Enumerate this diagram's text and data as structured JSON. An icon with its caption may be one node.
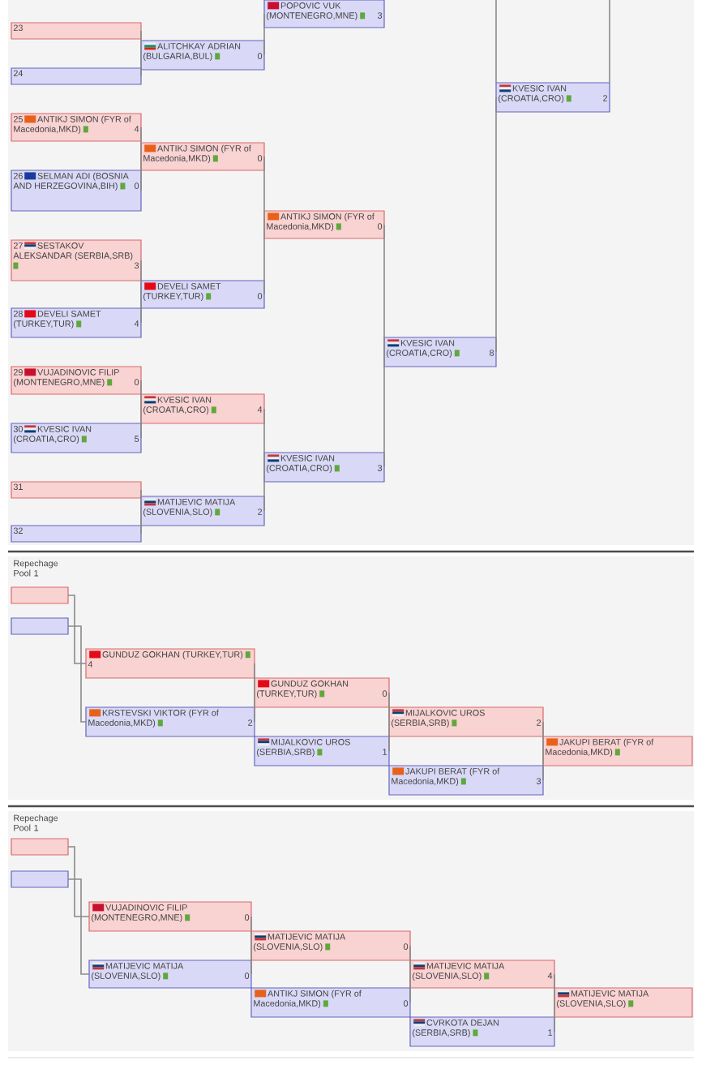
{
  "diagram": {
    "nodes": [
      {
        "text": [
          "POPOVIC VUK (MONTENEGRO,MNE)",
          "3"
        ]
      },
      {
        "text": [
          "23"
        ]
      },
      {
        "text": [
          "ALITCHKAY ADRIAN (BULGARIA,BUL)",
          "0"
        ]
      },
      {
        "text": [
          "24"
        ]
      },
      {
        "text": [
          "KVESIC IVAN (CROATIA,CRO)",
          "2"
        ]
      },
      {
        "text": [
          "25",
          "ANTIKJ SIMON (FYR of Macedonia,MKD)",
          "4"
        ]
      },
      {
        "text": [
          "ANTIKJ SIMON (FYR of Macedonia,MKD)",
          "0"
        ]
      },
      {
        "text": [
          "26",
          "SELMAN ADI (BOSNIA AND HERZEGOVINA,BIH)",
          "0"
        ]
      },
      {
        "text": [
          "ANTIKJ SIMON (FYR of Macedonia,MKD)",
          "0"
        ]
      },
      {
        "text": [
          "27",
          "SESTAKOV ALEKSANDAR (SERBIA,SRB)",
          "3"
        ]
      },
      {
        "text": [
          "DEVELI SAMET (TURKEY,TUR)",
          "0"
        ]
      },
      {
        "text": [
          "28",
          "DEVELI SAMET (TURKEY,TUR)",
          "4"
        ]
      },
      {
        "text": [
          "KVESIC IVAN (CROATIA,CRO)",
          "8"
        ]
      },
      {
        "text": [
          "29",
          "VUJADINOVIC FILIP (MONTENEGRO,MNE)",
          "0"
        ]
      },
      {
        "text": [
          "KVESIC IVAN (CROATIA,CRO)",
          "4"
        ]
      },
      {
        "text": [
          "30",
          "KVESIC IVAN (CROATIA,CRO)",
          "5"
        ]
      },
      {
        "text": [
          "KVESIC IVAN (CROATIA,CRO)",
          "3"
        ]
      },
      {
        "text": [
          "31"
        ]
      },
      {
        "text": [
          "MATIJEVIC MATIJA (SLOVENIA,SLO)",
          "2"
        ]
      },
      {
        "text": [
          "32"
        ]
      },
      {
        "text": [],
        "shape": "box"
      },
      {
        "text": [],
        "shape": "box"
      },
      {
        "text": [
          "GUNDUZ GOKHAN (TURKEY,TUR)",
          "4"
        ]
      },
      {
        "text": [
          "GUNDUZ GOKHAN (TURKEY,TUR)",
          "0"
        ]
      },
      {
        "text": [
          "KRSTEVSKI VIKTOR (FYR of Macedonia,MKD)",
          "2"
        ]
      },
      {
        "text": [
          "MIJALKOVIC UROS (SERBIA,SRB)",
          "2"
        ]
      },
      {
        "text": [
          "MIJALKOVIC UROS (SERBIA,SRB)",
          "1"
        ]
      },
      {
        "text": [
          "JAKUPI BERAT (FYR of Macedonia,MKD)"
        ]
      },
      {
        "text": [
          "JAKUPI BERAT (FYR of Macedonia,MKD)",
          "3"
        ]
      },
      {
        "text": [],
        "shape": "box"
      },
      {
        "text": [],
        "shape": "box"
      },
      {
        "text": [
          "VUJADINOVIC FILIP (MONTENEGRO,MNE)",
          "0"
        ]
      },
      {
        "text": [
          "MATIJEVIC MATIJA (SLOVENIA,SLO)",
          "0"
        ]
      },
      {
        "text": [
          "MATIJEVIC MATIJA (SLOVENIA,SLO)",
          "0"
        ]
      },
      {
        "text": [
          "MATIJEVIC MATIJA (SLOVENIA,SLO)",
          "4"
        ]
      },
      {
        "text": [
          "ANTIKJ SIMON (FYR of Macedonia,MKD)",
          "0"
        ]
      },
      {
        "text": [
          "MATIJEVIC MATIJA (SLOVENIA,SLO)"
        ]
      },
      {
        "text": [
          "CVRKOTA DEJAN (SERBIA,SRB)",
          "1"
        ]
      }
    ],
    "edges": [
      {
        "from": 1,
        "to": 2,
        "arrow": "none"
      },
      {
        "from": 3,
        "to": 2,
        "arrow": "none"
      },
      {
        "from": 2,
        "to": 0,
        "arrow": "none"
      },
      {
        "from": null,
        "to": 4,
        "arrow": "none"
      },
      {
        "from": 4,
        "to": null,
        "arrow": "none"
      },
      {
        "from": 12,
        "to": 4,
        "arrow": "none"
      },
      {
        "from": 5,
        "to": 6,
        "arrow": "none"
      },
      {
        "from": 7,
        "to": 6,
        "arrow": "none"
      },
      {
        "from": 6,
        "to": 8,
        "arrow": "none"
      },
      {
        "from": 10,
        "to": 8,
        "arrow": "none"
      },
      {
        "from": 9,
        "to": 10,
        "arrow": "none"
      },
      {
        "from": 11,
        "to": 10,
        "arrow": "none"
      },
      {
        "from": 8,
        "to": 12,
        "arrow": "none"
      },
      {
        "from": 16,
        "to": 12,
        "arrow": "none"
      },
      {
        "from": 13,
        "to": 14,
        "arrow": "none"
      },
      {
        "from": 15,
        "to": 14,
        "arrow": "none"
      },
      {
        "from": 14,
        "to": 16,
        "arrow": "none"
      },
      {
        "from": 18,
        "to": 16,
        "arrow": "none"
      },
      {
        "from": 17,
        "to": 18,
        "arrow": "none"
      },
      {
        "from": 19,
        "to": 18,
        "arrow": "none"
      },
      {
        "from": 20,
        "to": 22,
        "arrow": "none"
      },
      {
        "from": 21,
        "to": 24,
        "arrow": "none"
      },
      {
        "from": 22,
        "to": 23,
        "arrow": "none"
      },
      {
        "from": 24,
        "to": 23,
        "arrow": "none"
      },
      {
        "from": 23,
        "to": 25,
        "arrow": "none"
      },
      {
        "from": 26,
        "to": 25,
        "arrow": "none"
      },
      {
        "from": 25,
        "to": 27,
        "arrow": "none"
      },
      {
        "from": 28,
        "to": 27,
        "arrow": "none"
      },
      {
        "from": 29,
        "to": 31,
        "arrow": "none"
      },
      {
        "from": 30,
        "to": 33,
        "arrow": "none"
      },
      {
        "from": 31,
        "to": 32,
        "arrow": "none"
      },
      {
        "from": 33,
        "to": 32,
        "arrow": "none"
      },
      {
        "from": 32,
        "to": 34,
        "arrow": "none"
      },
      {
        "from": 35,
        "to": 34,
        "arrow": "none"
      },
      {
        "from": 34,
        "to": 36,
        "arrow": "none"
      },
      {
        "from": 37,
        "to": 36,
        "arrow": "none"
      }
    ],
    "labels": [
      "Repechage Pool 1",
      "Repechage Pool 1"
    ]
  }
}
